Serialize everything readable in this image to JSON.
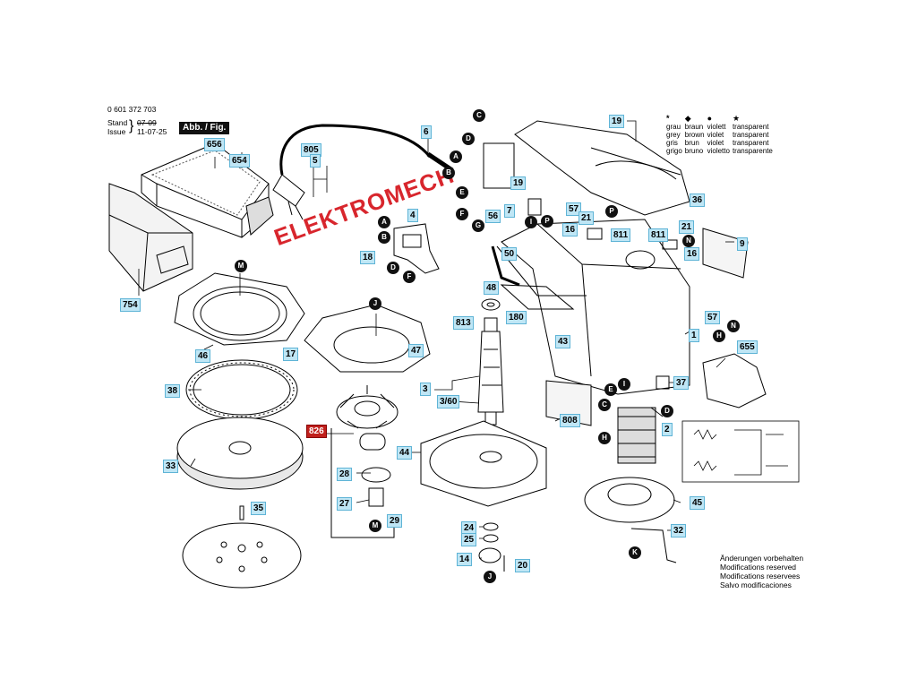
{
  "header": {
    "part_number": "0 601 372 703",
    "stand_label": "Stand",
    "issue_label": "Issue",
    "stand_date": "07-09",
    "issue_date": "11-07-25",
    "fig_label": "Abb. / Fig."
  },
  "watermark": "ELEKTROMECH",
  "legend": {
    "symbols": [
      "*",
      "◆",
      "●",
      "★"
    ],
    "rows": [
      [
        "grau",
        "braun",
        "violett",
        "transparent"
      ],
      [
        "grey",
        "brown",
        "violet",
        "transparent"
      ],
      [
        "gris",
        "brun",
        "violet",
        "transparent"
      ],
      [
        "grigo",
        "bruno",
        "violetto",
        "transparente"
      ]
    ]
  },
  "notes": [
    "Änderungen vorbehalten",
    "Modifications reserved",
    "Modifications reservees",
    "Salvo modificaciones"
  ],
  "part_tags": [
    {
      "id": "656",
      "highlight": false
    },
    {
      "id": "654",
      "highlight": false
    },
    {
      "id": "805",
      "highlight": false
    },
    {
      "id": "5",
      "highlight": false
    },
    {
      "id": "6",
      "highlight": false
    },
    {
      "id": "754",
      "highlight": false
    },
    {
      "id": "46",
      "highlight": false
    },
    {
      "id": "17",
      "highlight": false
    },
    {
      "id": "38",
      "highlight": false
    },
    {
      "id": "33",
      "highlight": false
    },
    {
      "id": "35",
      "highlight": false
    },
    {
      "id": "4",
      "highlight": false
    },
    {
      "id": "18",
      "highlight": false
    },
    {
      "id": "47",
      "highlight": false
    },
    {
      "id": "826",
      "highlight": true
    },
    {
      "id": "28",
      "highlight": false
    },
    {
      "id": "27",
      "highlight": false
    },
    {
      "id": "29",
      "highlight": false
    },
    {
      "id": "3",
      "highlight": false
    },
    {
      "id": "3/60",
      "highlight": false
    },
    {
      "id": "813",
      "highlight": false
    },
    {
      "id": "44",
      "highlight": false
    },
    {
      "id": "24",
      "highlight": false
    },
    {
      "id": "25",
      "highlight": false
    },
    {
      "id": "14",
      "highlight": false
    },
    {
      "id": "20",
      "highlight": false
    },
    {
      "id": "50",
      "highlight": false
    },
    {
      "id": "48",
      "highlight": false
    },
    {
      "id": "180",
      "highlight": false
    },
    {
      "id": "43",
      "highlight": false
    },
    {
      "id": "56",
      "highlight": false
    },
    {
      "id": "19a",
      "label": "19",
      "highlight": false
    },
    {
      "id": "19b",
      "label": "19",
      "highlight": false
    },
    {
      "id": "7",
      "highlight": false
    },
    {
      "id": "57a",
      "label": "57",
      "highlight": false
    },
    {
      "id": "57b",
      "label": "57",
      "highlight": false
    },
    {
      "id": "21a",
      "label": "21",
      "highlight": false
    },
    {
      "id": "21b",
      "label": "21",
      "highlight": false
    },
    {
      "id": "16a",
      "label": "16",
      "highlight": false
    },
    {
      "id": "16b",
      "label": "16",
      "highlight": false
    },
    {
      "id": "811a",
      "label": "811",
      "highlight": false
    },
    {
      "id": "811b",
      "label": "811",
      "highlight": false
    },
    {
      "id": "36",
      "highlight": false
    },
    {
      "id": "9",
      "highlight": false
    },
    {
      "id": "1",
      "highlight": false
    },
    {
      "id": "655",
      "highlight": false
    },
    {
      "id": "37",
      "highlight": false
    },
    {
      "id": "808",
      "highlight": false
    },
    {
      "id": "2",
      "highlight": false
    },
    {
      "id": "45",
      "highlight": false
    },
    {
      "id": "32",
      "highlight": false
    }
  ],
  "markers": [
    "A",
    "B",
    "C",
    "D",
    "E",
    "F",
    "G",
    "H",
    "I",
    "J",
    "K",
    "M",
    "N",
    "P"
  ]
}
